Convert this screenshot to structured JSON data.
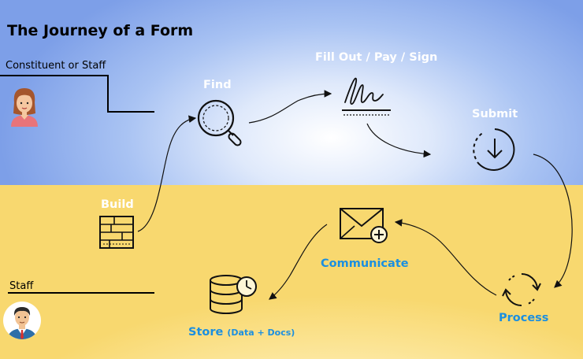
{
  "title": "The Journey of a Form",
  "lanes": {
    "top": "Constituent or Staff",
    "bottom": "Staff"
  },
  "steps": {
    "find": "Find",
    "fill": "Fill Out / Pay / Sign",
    "submit": "Submit",
    "build": "Build",
    "communicate": "Communicate",
    "process": "Process",
    "store": "Store",
    "store_note": "(Data + Docs)"
  },
  "colors": {
    "top_lane": "#7d9fe8",
    "bottom_lane": "#f8d86f",
    "label_blue": "#1b8fe0",
    "label_white": "#ffffff"
  },
  "icons": {
    "find": "magnifier-icon",
    "fill": "signature-icon",
    "submit": "download-circle-icon",
    "build": "form-grid-icon",
    "communicate": "envelope-plus-icon",
    "process": "cycle-arrows-icon",
    "store": "database-clock-icon"
  }
}
